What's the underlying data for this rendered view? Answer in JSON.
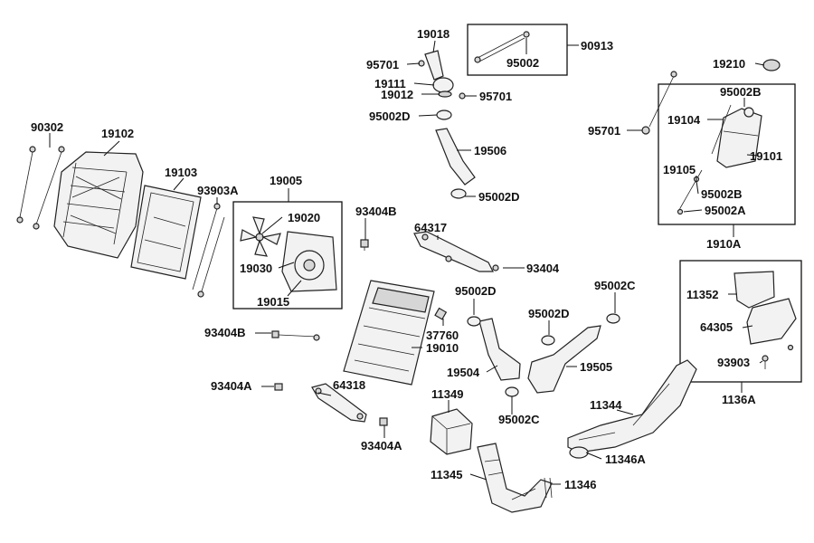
{
  "diagram": {
    "labels": {
      "p19018": "19018",
      "p90913": "90913",
      "p95701a": "95701",
      "p95002": "95002",
      "p19111": "19111",
      "p19012": "19012",
      "p95701b": "95701",
      "p95002D_a": "95002D",
      "p19506": "19506",
      "p95002D_b": "95002D",
      "p19210": "19210",
      "p95002B_a": "95002B",
      "p95701c": "95701",
      "p19104": "19104",
      "p19101": "19101",
      "p19105": "19105",
      "p95002B_b": "95002B",
      "p95002A": "95002A",
      "p1910A": "1910A",
      "p90302": "90302",
      "p19102": "19102",
      "p19103": "19103",
      "p93903A": "93903A",
      "p19005": "19005",
      "p19020": "19020",
      "p19030": "19030",
      "p19015": "19015",
      "p93404B_a": "93404B",
      "p64317": "64317",
      "p93404_a": "93404",
      "p95002D_c": "95002D",
      "p95002C_a": "95002C",
      "p95002D_d": "95002D",
      "p37760": "37760",
      "p19010": "19010",
      "p19504": "19504",
      "p19505": "19505",
      "p95002C_b": "95002C",
      "p93404B_b": "93404B",
      "p93404A_a": "93404A",
      "p64318": "64318",
      "p93404A_b": "93404A",
      "p11349": "11349",
      "p11344": "11344",
      "p11346A": "11346A",
      "p11345": "11345",
      "p11346": "11346",
      "p11352": "11352",
      "p64305": "64305",
      "p93903": "93903",
      "p1136A": "1136A"
    }
  }
}
